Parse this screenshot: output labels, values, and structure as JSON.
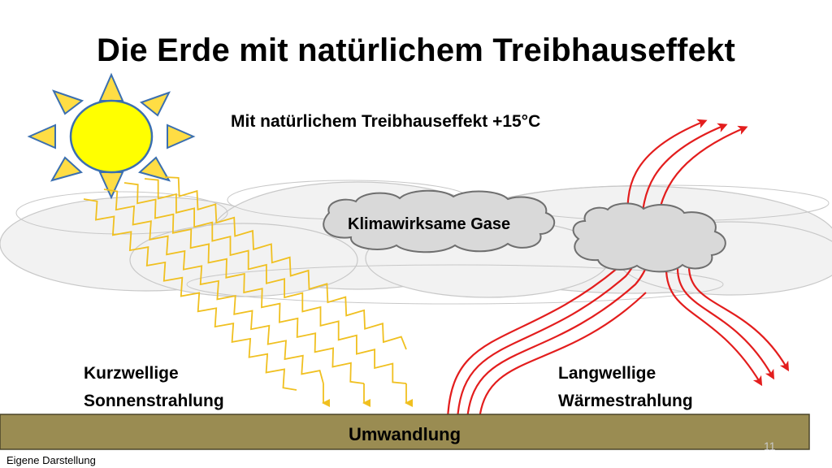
{
  "slide": {
    "title": "Die Erde mit natürlichem Treibhauseffekt",
    "subtitle": "Mit natürlichem Treibhauseffekt +15°C",
    "cloud_label": "Klimawirksame Gase",
    "shortwave_label": [
      "Kurzwellige",
      "Sonnenstrahlung"
    ],
    "longwave_label": [
      "Langwellige",
      "Wärmestrahlung"
    ],
    "ground_label": "Umwandlung",
    "source_note": "Eigene Darstellung",
    "slide_number": "11"
  },
  "colors": {
    "sun_fill": "#ffff00",
    "sun_outline": "#3b6fb0",
    "sunray_fill": "#ffdd44",
    "shortwave": "#f0c020",
    "longwave": "#e31d1d",
    "cloud_fill": "#f2f2f2",
    "cloud_outline": "#c8c8c8",
    "gas_cloud_fill": "#d9d9d9",
    "gas_cloud_outline": "#6f6f6f",
    "ground": "#9a8c52",
    "ground_outline": "#4a4528"
  },
  "icons": {
    "sun": "sun-icon"
  }
}
